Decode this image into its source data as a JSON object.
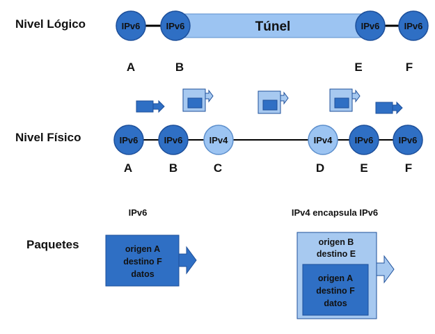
{
  "colors": {
    "ipv6_node": "#2f6fc4",
    "ipv6_node_edge": "#1d4f9a",
    "ipv4_node": "#9cc4f2",
    "tunnel_fill": "#9cc4f2",
    "packet_dark": "#2f6fc4",
    "packet_light": "#a7c9f0",
    "line": "#000000"
  },
  "rows": {
    "logical_label": "Nivel Lógico",
    "physical_label": "Nivel Físico",
    "packets_label": "Paquetes"
  },
  "logical": {
    "tunnel_label": "Túnel",
    "nodes": [
      {
        "text": "IPv6",
        "letter": "A"
      },
      {
        "text": "IPv6",
        "letter": "B"
      },
      {
        "text": "IPv6",
        "letter": "E"
      },
      {
        "text": "IPv6",
        "letter": "F"
      }
    ]
  },
  "physical": {
    "nodes": [
      {
        "text": "IPv6",
        "letter": "A",
        "kind": "ipv6"
      },
      {
        "text": "IPv6",
        "letter": "B",
        "kind": "ipv6"
      },
      {
        "text": "IPv4",
        "letter": "C",
        "kind": "ipv4"
      },
      {
        "text": "IPv4",
        "letter": "D",
        "kind": "ipv4"
      },
      {
        "text": "IPv6",
        "letter": "E",
        "kind": "ipv6"
      },
      {
        "text": "IPv6",
        "letter": "F",
        "kind": "ipv6"
      }
    ]
  },
  "packets": {
    "ipv6_title": "IPv6",
    "ipv6_lines": [
      "origen  A",
      "destino  F",
      "datos"
    ],
    "encap_title": "IPv4 encapsula IPv6",
    "outer_lines": [
      "origen B",
      "destino E"
    ],
    "inner_lines": [
      "origen  A",
      "destino  F",
      "datos"
    ]
  }
}
